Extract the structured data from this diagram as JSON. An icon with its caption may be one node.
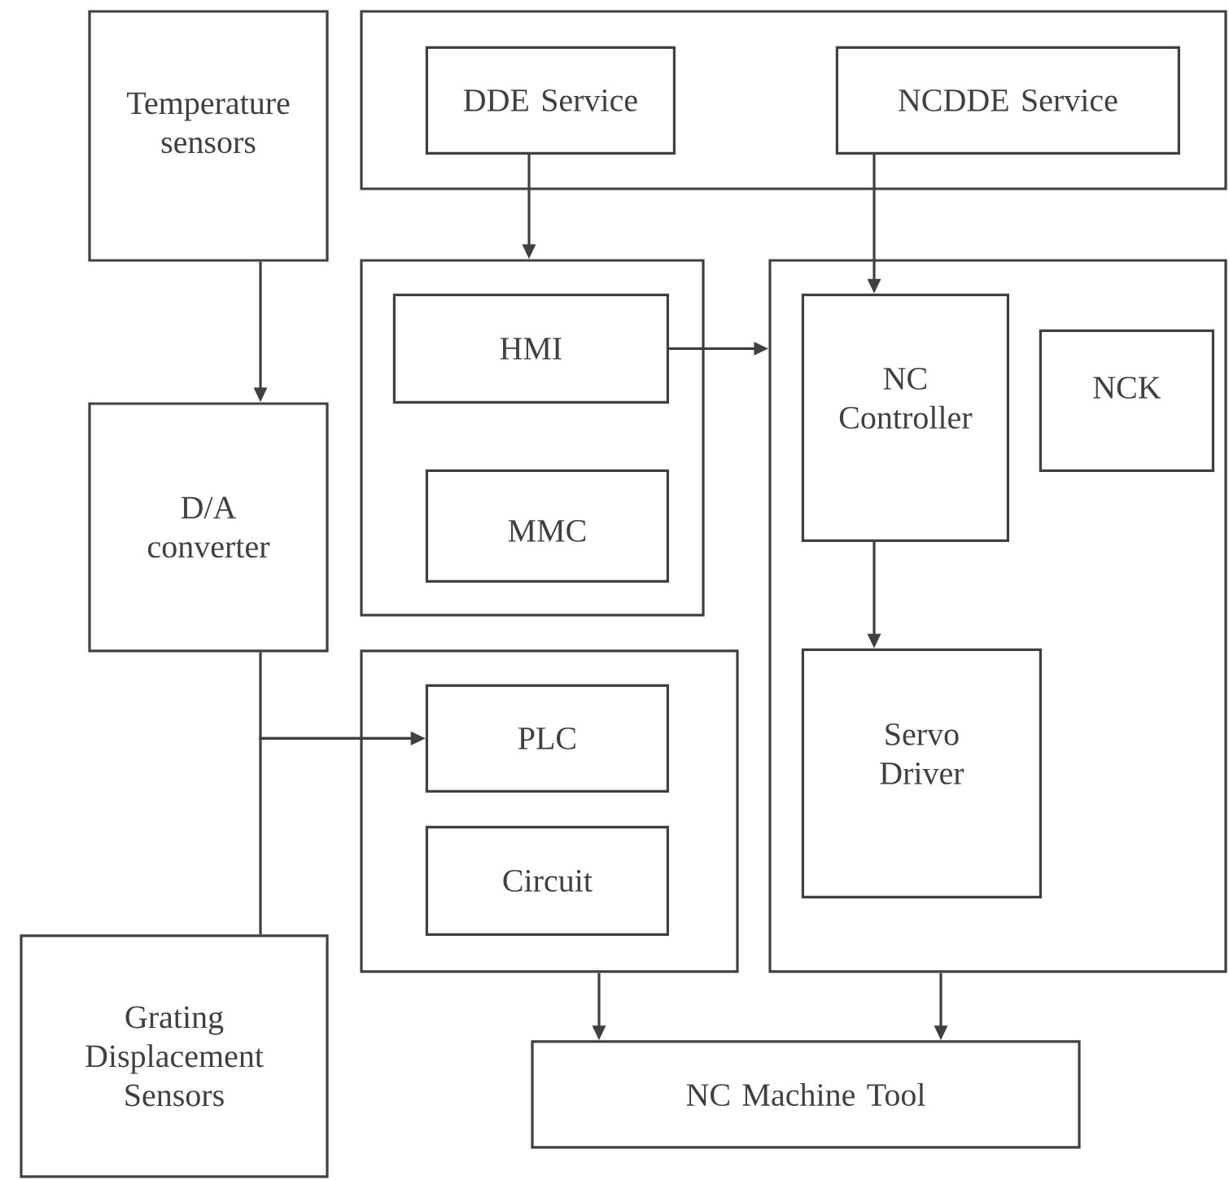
{
  "diagram": {
    "nodes": [
      {
        "text": [
          "Temperature sensors"
        ]
      },
      {
        "text": [],
        "shape": "box"
      },
      {
        "text": [
          "DDE Service"
        ],
        "in": 1
      },
      {
        "text": [
          "NCDDE Service"
        ],
        "in": 1
      },
      {
        "text": [],
        "shape": "box"
      },
      {
        "text": [
          "HMI"
        ],
        "in": 4
      },
      {
        "text": [
          "MMC"
        ],
        "in": 4
      },
      {
        "text": [],
        "shape": "box"
      },
      {
        "text": [
          "NC Controller"
        ],
        "in": 7
      },
      {
        "text": [
          "NCK"
        ],
        "in": 7
      },
      {
        "text": [
          "Servo Driver"
        ],
        "in": 7
      },
      {
        "text": [
          "D/A converter"
        ]
      },
      {
        "text": [],
        "shape": "box"
      },
      {
        "text": [
          "PLC"
        ],
        "in": 12
      },
      {
        "text": [
          "Circuit"
        ],
        "in": 12
      },
      {
        "text": [
          "Grating Displacement Sensors"
        ]
      },
      {
        "text": [
          "NC Machine Tool"
        ]
      }
    ],
    "edges": [
      {
        "from": 0,
        "to": 11,
        "arrow": "to"
      },
      {
        "from": 2,
        "to": 4,
        "arrow": "to"
      },
      {
        "from": 3,
        "to": 8,
        "arrow": "to"
      },
      {
        "from": 5,
        "to": 7,
        "arrow": "to"
      },
      {
        "from": 8,
        "to": 10,
        "arrow": "to"
      },
      {
        "from": 11,
        "to": 13,
        "arrow": "to"
      },
      {
        "from": 15,
        "to": 13,
        "arrow": "to"
      },
      {
        "from": 12,
        "to": 16,
        "arrow": "to"
      },
      {
        "from": 7,
        "to": 16,
        "arrow": "to"
      }
    ]
  }
}
